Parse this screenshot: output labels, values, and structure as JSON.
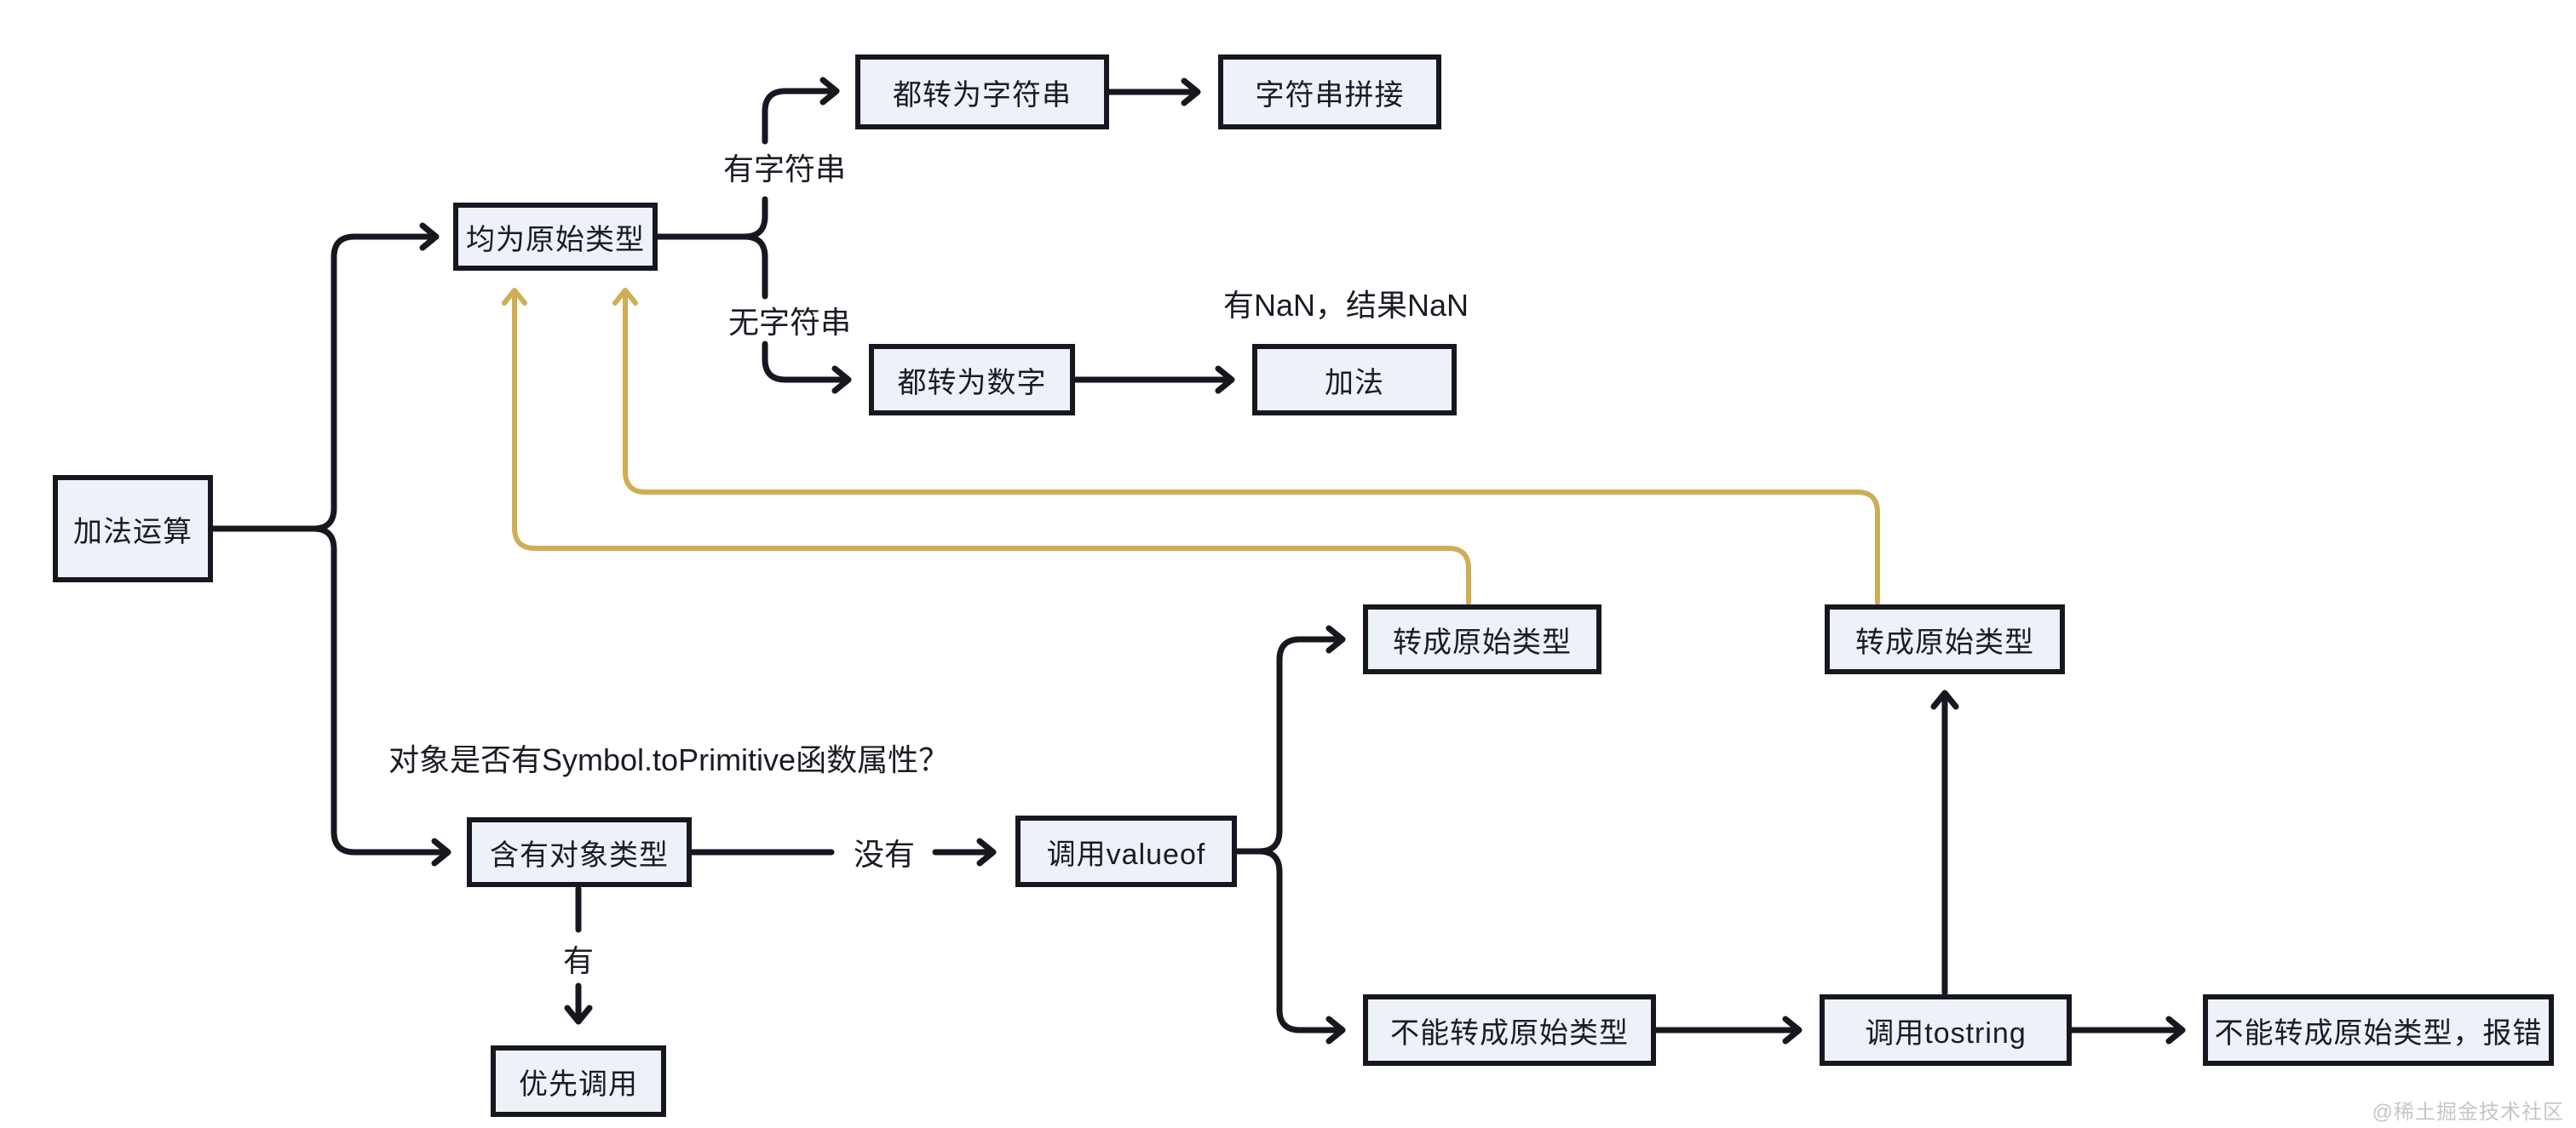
{
  "colors": {
    "line": "#17171f",
    "node-fill": "#edf1f8",
    "text": "#1b1b24",
    "gold": "#cfad53",
    "watermark": "#c6c6c6",
    "background": "#ffffff"
  },
  "nodes": {
    "start": {
      "label": "加法运算"
    },
    "both_primitive": {
      "label": "均为原始类型"
    },
    "to_string_all": {
      "label": "都转为字符串"
    },
    "string_concat": {
      "label": "字符串拼接"
    },
    "to_number_all": {
      "label": "都转为数字"
    },
    "addition": {
      "label": "加法"
    },
    "to_primitive_left": {
      "label": "转成原始类型"
    },
    "to_primitive_right": {
      "label": "转成原始类型"
    },
    "has_object": {
      "label": "含有对象类型"
    },
    "call_valueof": {
      "label": "调用valueof"
    },
    "priority_call": {
      "label": "优先调用"
    },
    "cannot_primitive": {
      "label": "不能转成原始类型"
    },
    "call_tostring": {
      "label": "调用tostring"
    },
    "cannot_primitive_error": {
      "label": "不能转成原始类型，报错"
    }
  },
  "labels": {
    "has_string": {
      "text": "有字符串"
    },
    "no_string": {
      "text": "无字符串"
    },
    "nan_note": {
      "text": "有NaN，结果NaN"
    },
    "symbol_question": {
      "text": "对象是否有Symbol.toPrimitive函数属性？"
    },
    "no": {
      "text": "没有"
    },
    "yes": {
      "text": "有"
    }
  },
  "watermark": {
    "text": "@稀土掘金技术社区"
  }
}
